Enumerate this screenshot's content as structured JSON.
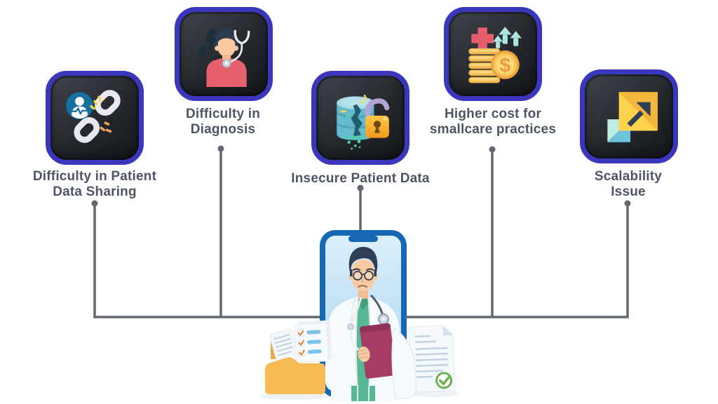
{
  "colors": {
    "tile_border": "#3a36be",
    "tile_background": "#24282d",
    "label_text": "#4d5565",
    "connector_gray": "#63686e",
    "phone_frame_blue": "#1668b4",
    "coat_white": "#f7fafc",
    "scrub_green": "#57b894",
    "clipboard_maroon": "#a63b64",
    "folder_orange": "#f7ba55",
    "check_green": "#6cb052",
    "lock_orange": "#f5a623",
    "cross_red": "#e75d6b",
    "database_teal": "#67bacb",
    "scale_yellow": "#ffd44c"
  },
  "tiles": [
    {
      "name": "difficulty-patient-data-sharing",
      "icon": "broken-chain-icon",
      "label_lines": [
        "Difficulty in Patient",
        "Data Sharing"
      ]
    },
    {
      "name": "difficulty-in-diagnosis",
      "icon": "patient-pain-stethoscope-icon",
      "label_lines": [
        "Difficulty in",
        "Diagnosis"
      ]
    },
    {
      "name": "insecure-patient-data",
      "icon": "cracked-database-lock-icon",
      "label_lines": [
        "Insecure Patient Data"
      ]
    },
    {
      "name": "higher-cost-smallcare",
      "icon": "coins-medical-cost-icon",
      "label_lines": [
        "Higher cost for",
        "smallcare practices"
      ]
    },
    {
      "name": "scalability-issue",
      "icon": "expand-squares-arrow-icon",
      "label_lines": [
        "Scalability",
        "Issue"
      ]
    }
  ],
  "icons": {
    "dollar_symbol": "$"
  },
  "center_illustration": {
    "name": "doctor-telehealth-phone-illustration"
  }
}
